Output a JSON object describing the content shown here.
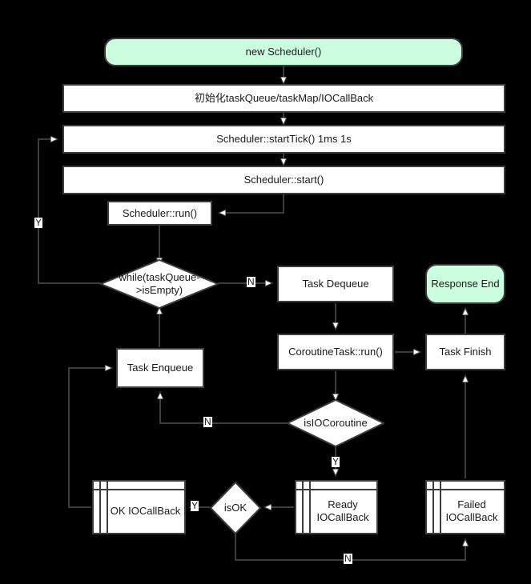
{
  "diagram": {
    "title": "Scheduler coroutine flowchart",
    "background": "#000000",
    "node_fill": "#ffffff",
    "terminal_fill": "#ccffe0",
    "stroke": "#3c3c3c",
    "text_color": "#1a1a1a"
  },
  "nodes": {
    "new_scheduler": "new Scheduler()",
    "init": "初始化taskQueue/taskMap/IOCallBack",
    "start_tick": "Scheduler::startTick() 1ms 1s",
    "start": "Scheduler::start()",
    "run": "Scheduler::run()",
    "while_empty": "while(taskQueue->isEmpty)",
    "task_dequeue": "Task Dequeue",
    "response_end": "Response End",
    "coroutine_run": "CoroutineTask::run()",
    "task_finish": "Task Finish",
    "task_enqueue": "Task Enqueue",
    "is_io_coroutine": "isIOCoroutine",
    "ok_iocallback": "OK IOCallBack",
    "is_ok": "isOK",
    "ready_iocallback": "Ready IOCallBack",
    "failed_iocallback": "Failed IOCallBack"
  },
  "edge_labels": {
    "while_yes": "Y",
    "while_no": "N",
    "iocoroutine_no": "N",
    "iocoroutine_yes": "Y",
    "isok_yes": "Y",
    "isok_no": "N"
  }
}
